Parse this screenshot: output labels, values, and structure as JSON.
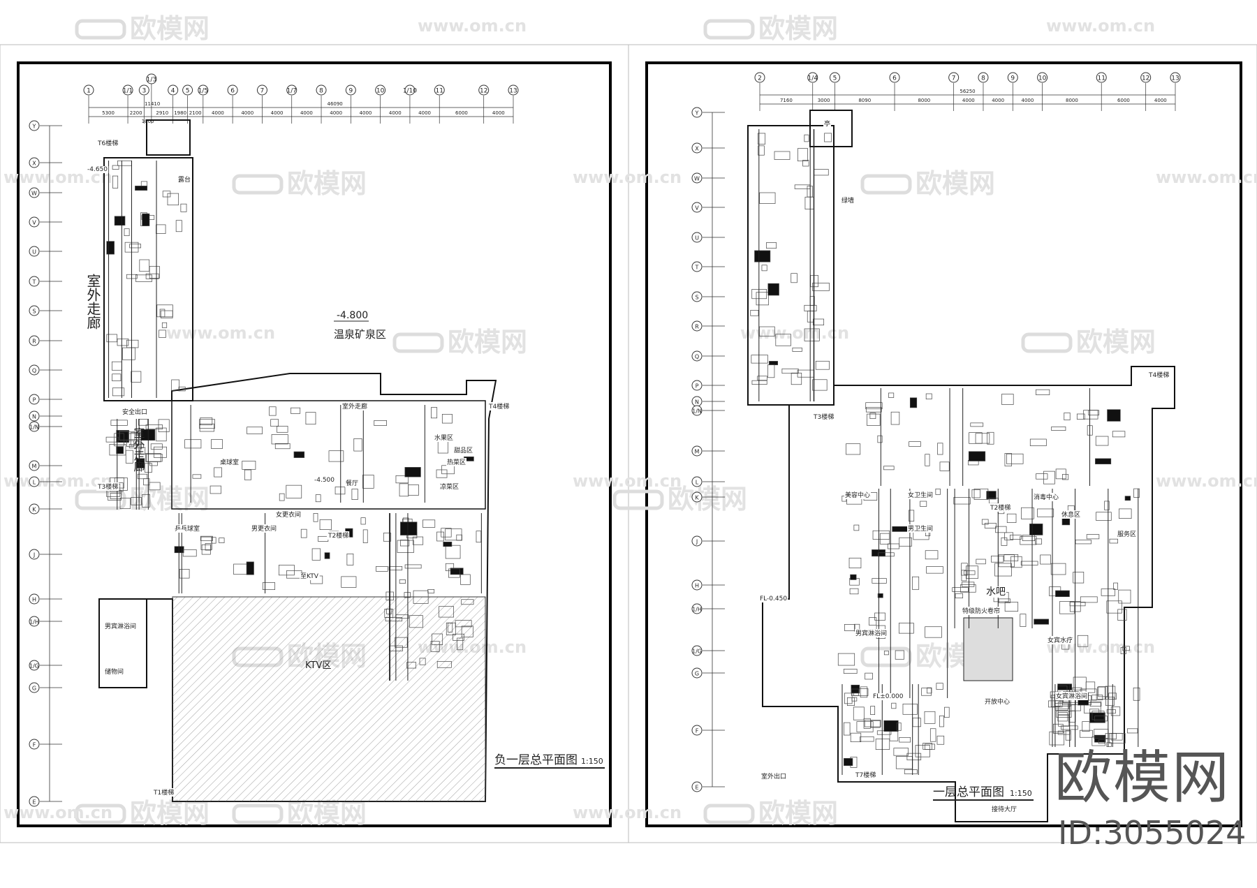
{
  "watermark": {
    "brand": "欧模网",
    "url": "www.om.cn",
    "large_brand": "欧模网",
    "id_text": "ID:3055024"
  },
  "left_plan": {
    "title": "负一层总平面图",
    "scale": "1:150",
    "zone_elevation": "-4.800",
    "zone_label": "温泉矿泉区",
    "outdoor_corridor": "室外走廊",
    "ktv": "KTV区",
    "grid_columns": [
      "1",
      "1/1",
      "3",
      "1/3",
      "4",
      "5",
      "1/5",
      "6",
      "7",
      "1/7",
      "8",
      "9",
      "10",
      "1/10",
      "11",
      "12",
      "13"
    ],
    "dims": [
      "5300",
      "2200",
      "1000",
      "2910",
      "1980",
      "2100",
      "4000",
      "4000",
      "4000",
      "4000",
      "4000",
      "4000",
      "4000",
      "4000",
      "6000",
      "4000"
    ],
    "total_dims": [
      "11410",
      "46090"
    ],
    "grid_rows": [
      "Y",
      "X",
      "W",
      "V",
      "U",
      "T",
      "S",
      "R",
      "Q",
      "P",
      "N",
      "1/N",
      "M",
      "L",
      "K",
      "J",
      "H",
      "1/H",
      "1/G",
      "G",
      "F",
      "E"
    ],
    "room_labels": [
      "T6楼梯",
      "T4楼梯",
      "T3楼梯",
      "T2楼梯",
      "T1楼梯",
      "桌球室",
      "乒乓球室",
      "餐厅",
      "水果区",
      "甜品区",
      "热菜区",
      "凉菜区",
      "室外走廊",
      "男更衣间",
      "女更衣间",
      "至KTV",
      "储物间",
      "男宾淋浴间",
      "露台",
      "安全出口",
      "-4.500",
      "-4.650"
    ]
  },
  "right_plan": {
    "title": "一层总平面图",
    "scale": "1:150",
    "grid_columns": [
      "2",
      "1/4",
      "5",
      "6",
      "7",
      "8",
      "9",
      "10",
      "11",
      "12",
      "13"
    ],
    "dims": [
      "7160",
      "3000",
      "8090",
      "8000",
      "4000",
      "4000",
      "4000",
      "8000",
      "6000",
      "4000"
    ],
    "total_dims": [
      "56250"
    ],
    "grid_rows": [
      "Y",
      "X",
      "W",
      "V",
      "U",
      "T",
      "S",
      "R",
      "Q",
      "P",
      "N",
      "1/N",
      "M",
      "L",
      "K",
      "J",
      "H",
      "1/H",
      "1/G",
      "G",
      "F",
      "E"
    ],
    "room_labels": [
      "亭",
      "绿墙",
      "T4楼梯",
      "T3楼梯",
      "T2楼梯",
      "T7楼梯",
      "美容中心",
      "女卫生间",
      "男卫生间",
      "水吧",
      "特级防火卷帘",
      "开放中心",
      "接待大厅",
      "男宾淋浴间",
      "女宾淋浴间",
      "女宾水疗",
      "休息区",
      "消毒中心",
      "服务区",
      "FL±0.000",
      "FL-0.450",
      "室外出口"
    ]
  }
}
